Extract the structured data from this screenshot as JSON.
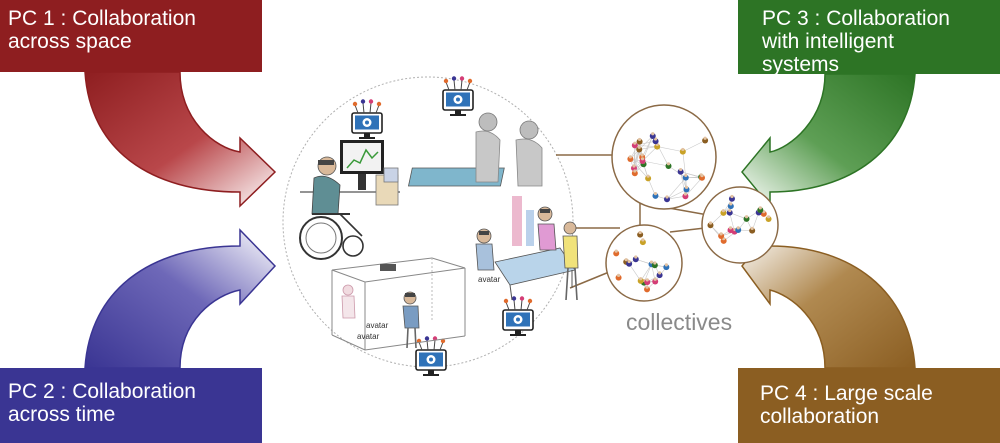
{
  "boxes": {
    "pc1": {
      "line1": "PC 1 : Collaboration",
      "line2": "across space",
      "color": "#8e1e20"
    },
    "pc2": {
      "line1": "PC 2 : Collaboration",
      "line2": "across time",
      "color": "#3a3593"
    },
    "pc3": {
      "line1": "PC 3 : Collaboration",
      "line2": "with intelligent",
      "line3": "systems",
      "color": "#2d7425"
    },
    "pc4": {
      "line1": "PC 4 : Large scale",
      "line2": "collaboration",
      "color": "#8b5e22"
    }
  },
  "labels": {
    "collectives": "collectives",
    "avatar_right": "avatar",
    "avatar_box": "avatar",
    "avatar_box2": "avatar"
  },
  "icons": [
    "monitor-gear-icon",
    "person-icon",
    "wheelchair-icon",
    "avatar-icon"
  ]
}
